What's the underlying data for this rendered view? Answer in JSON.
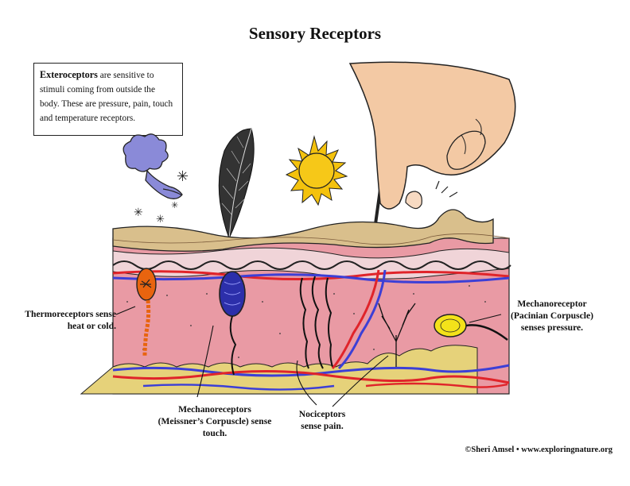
{
  "title": "Sensory Receptors",
  "info_box": {
    "term": "Exteroceptors",
    "text": "are sensitive to stimuli coming from outside the body. These are pressure, pain, touch and temperature receptors."
  },
  "labels": {
    "thermoreceptors": "Thermoreceptors sense heat or cold.",
    "meissner": "Mechanoreceptors (Meissner’s Corpuscle) sense touch.",
    "nociceptors": "Nociceptors sense pain.",
    "pacinian": "Mechanoreceptor (Pacinian Corpuscle) senses pressure."
  },
  "credit": "©Sheri Amsel • www.exploringnature.org",
  "colors": {
    "dermis": "#e99aa4",
    "epidermis": "#d9bf8c",
    "fat": "#e6d27a",
    "artery": "#e0242a",
    "vein": "#3c3fd6",
    "thermoreceptor": "#e8640f",
    "meissner": "#2c2faa",
    "pacinian": "#f3e21a",
    "sun": "#f4c20d"
  }
}
